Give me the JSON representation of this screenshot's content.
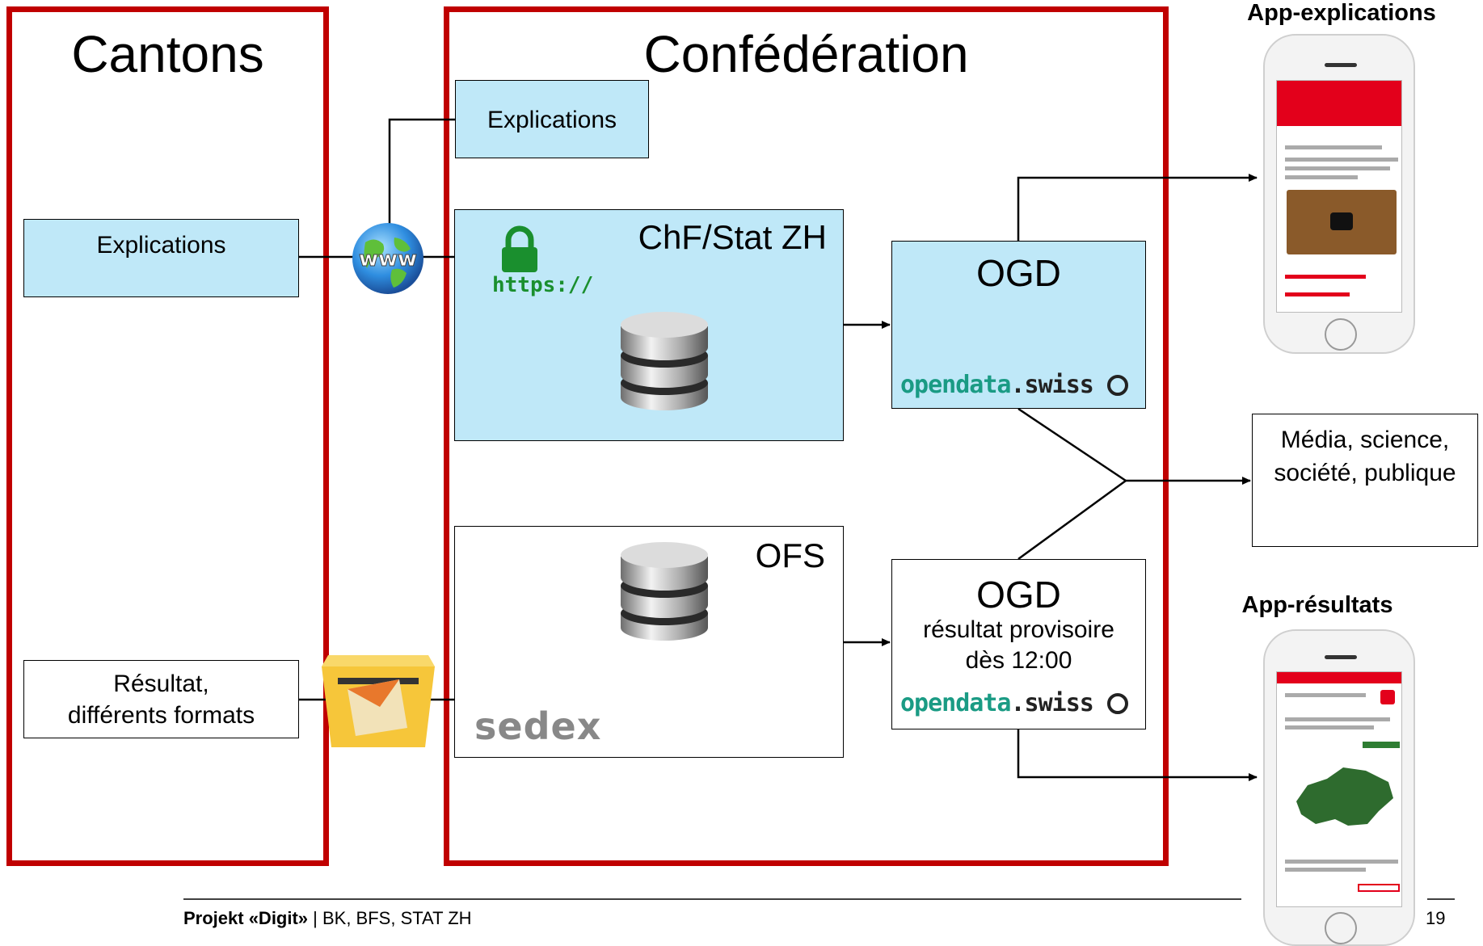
{
  "cantons": {
    "title": "Cantons",
    "explications": "Explications",
    "resultat": "Résultat, différents formats"
  },
  "confederation": {
    "title": "Confédération",
    "explications": "Explications",
    "chf_stat": "ChF/Stat ZH",
    "https_label": "https://",
    "ofs": "OFS",
    "sedex": "sedex"
  },
  "ogd_top": {
    "title": "OGD"
  },
  "ogd_bottom": {
    "title": "OGD",
    "line1": "résultat provisoire",
    "line2": "dès 12:00"
  },
  "opendata": {
    "brand_a": "opendata",
    "brand_b": ".swiss"
  },
  "outputs": {
    "app_explications": "App-explications",
    "media": "Média, science, société, publique",
    "app_resultats": "App-résultats"
  },
  "footer": {
    "project": "Projekt «Digit»",
    "rest": " | BK, BFS, STAT ZH",
    "page": "19"
  },
  "colors": {
    "frame": "#c00000",
    "box_blue": "#bfe8f8",
    "opendata_green": "#1a9b84",
    "lock_green": "#1a8f2e"
  }
}
